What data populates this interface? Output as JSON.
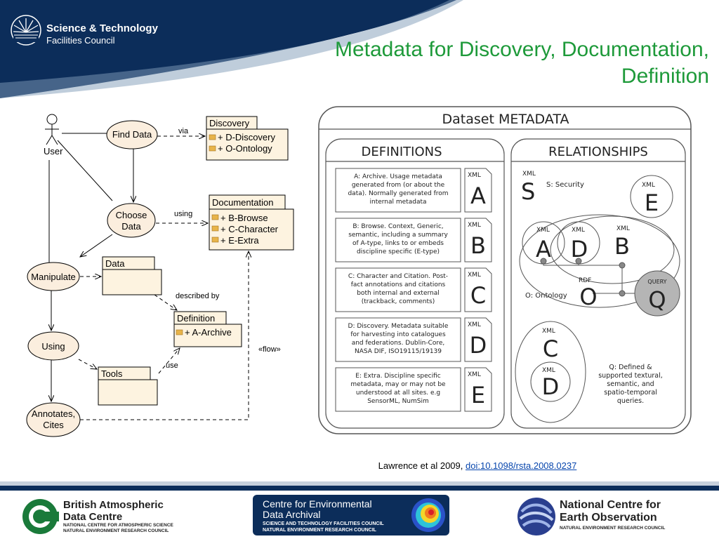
{
  "header": {
    "logo_line1": "Science & Technology",
    "logo_line2": "Facilities Council",
    "title_line1": "Metadata for Discovery, Documentation,",
    "title_line2": "Definition"
  },
  "uml": {
    "actor": "User",
    "usecases": {
      "find_data": "Find Data",
      "choose_data_1": "Choose",
      "choose_data_2": "Data",
      "manipulate": "Manipulate",
      "using": "Using",
      "annotates_1": "Annotates,",
      "annotates_2": "Cites"
    },
    "packages": {
      "discovery": {
        "title": "Discovery",
        "items": [
          "+ D-Discovery",
          "+ O-Ontology"
        ]
      },
      "documentation": {
        "title": "Documentation",
        "items": [
          "+ B-Browse",
          "+ C-Character",
          "+ E-Extra"
        ]
      },
      "data": {
        "title": "Data"
      },
      "definition": {
        "title": "Definition",
        "items": [
          "+ A-Archive"
        ]
      },
      "tools": {
        "title": "Tools"
      }
    },
    "edge_labels": {
      "via": "via",
      "using": "using",
      "described_by": "described by",
      "use": "use",
      "flow": "«flow»"
    }
  },
  "metadata": {
    "title": "Dataset METADATA",
    "definitions_title": "DEFINITIONS",
    "relationships_title": "RELATIONSHIPS",
    "xml_label": "XML",
    "definitions": [
      {
        "letter": "A",
        "lines": [
          "A: Archive. Usage metadata",
          "generated from (or about the",
          "data). Normally generated from",
          "internal metadata"
        ]
      },
      {
        "letter": "B",
        "lines": [
          "B: Browse. Context, Generic,",
          "semantic, including a summary",
          "of A-type, links to or embeds",
          "discipline specific (E-type)"
        ]
      },
      {
        "letter": "C",
        "lines": [
          "C: Character and Citation. Post-",
          "fact annotations and citations",
          "both internal and external",
          "(trackback, comments)"
        ]
      },
      {
        "letter": "D",
        "lines": [
          "D: Discovery. Metadata suitable",
          "for harvesting into catalogues",
          "and federations. Dublin-Core,",
          "NASA DIF, ISO19115/19139"
        ]
      },
      {
        "letter": "E",
        "lines": [
          "E: Extra. Discipline specific",
          "metadata, may or may not be",
          "understood at all sites. e.g",
          "SensorML, NumSim"
        ]
      }
    ],
    "relationships": {
      "security_label": "S: Security",
      "rdf_label": "RDF",
      "query_label": "QUERY",
      "ontology_label": "O: Ontology",
      "letters": {
        "S": "S",
        "E": "E",
        "A": "A",
        "D": "D",
        "B": "B",
        "O": "O",
        "Q": "Q",
        "C": "C"
      },
      "query_desc": [
        "Q: Defined &",
        "supported textural,",
        "semantic, and",
        "spatio-temporal",
        "queries."
      ]
    }
  },
  "citation": {
    "text": "Lawrence et al 2009,",
    "link": "doi:10.1098/rsta.2008.0237"
  },
  "footer": {
    "badc_line1": "British Atmospheric",
    "badc_line2": "Data Centre",
    "badc_line3": "NATIONAL CENTRE FOR ATMOSPHERIC SCIENCE",
    "badc_line4": "NATURAL ENVIRONMENT RESEARCH COUNCIL",
    "ceda_line1": "Centre for Environmental",
    "ceda_line2": "Data Archival",
    "ceda_line3": "SCIENCE AND TECHNOLOGY FACILITIES COUNCIL",
    "ceda_line4": "NATURAL ENVIRONMENT RESEARCH COUNCIL",
    "neodc_line1": "National Centre for",
    "neodc_line2": "Earth Observation",
    "neodc_line3": "NATURAL ENVIRONMENT RESEARCH COUNCIL"
  },
  "colors": {
    "header_navy": "#0c2d5a",
    "title_green": "#1e9a3a",
    "usecase_fill": "#fbeede",
    "package_fill": "#fdf3e0",
    "query_grey": "#b5b5b5"
  }
}
